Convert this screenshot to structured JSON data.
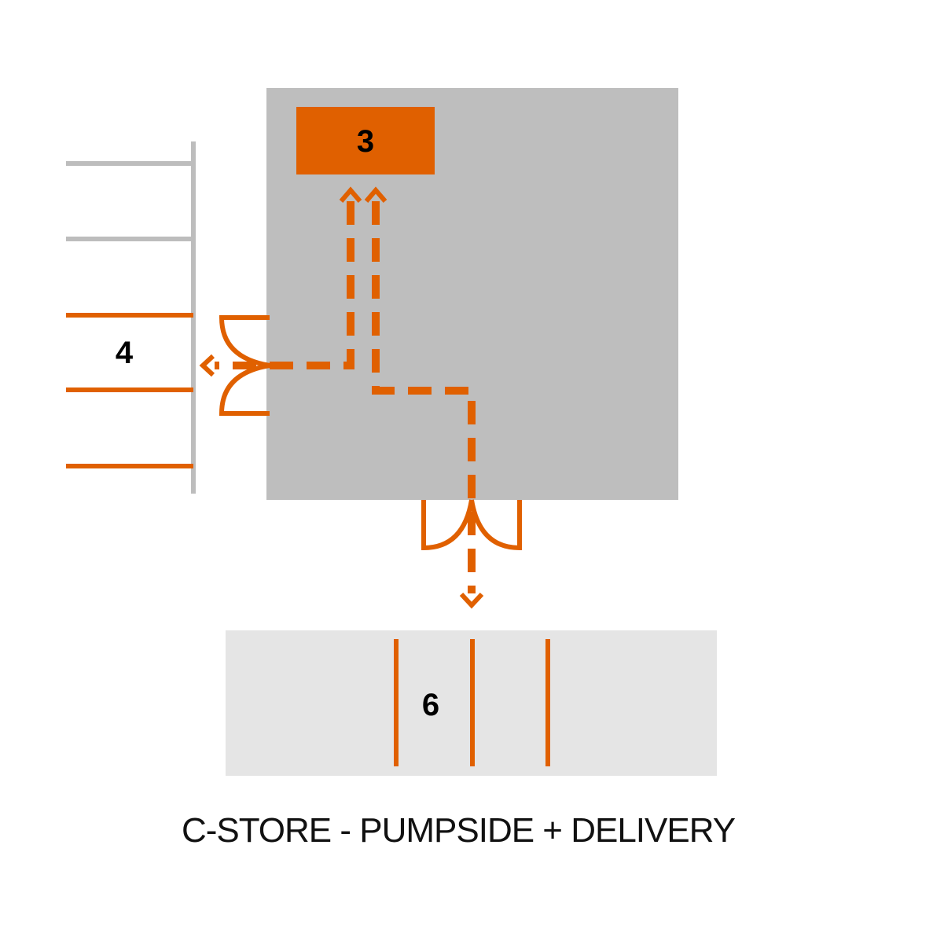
{
  "labels": {
    "counter": "3",
    "pumps": "4",
    "parking": "6"
  },
  "caption": "C-STORE - PUMPSIDE + DELIVERY",
  "colors": {
    "accent": "#E06000",
    "store_fill": "#BEBEBE",
    "parking_fill": "#E5E5E5",
    "grey_line": "#BDBDBD",
    "text": "#000000"
  },
  "icons": {
    "door": "double-door-icon",
    "arrow": "dashed-arrow-icon"
  }
}
